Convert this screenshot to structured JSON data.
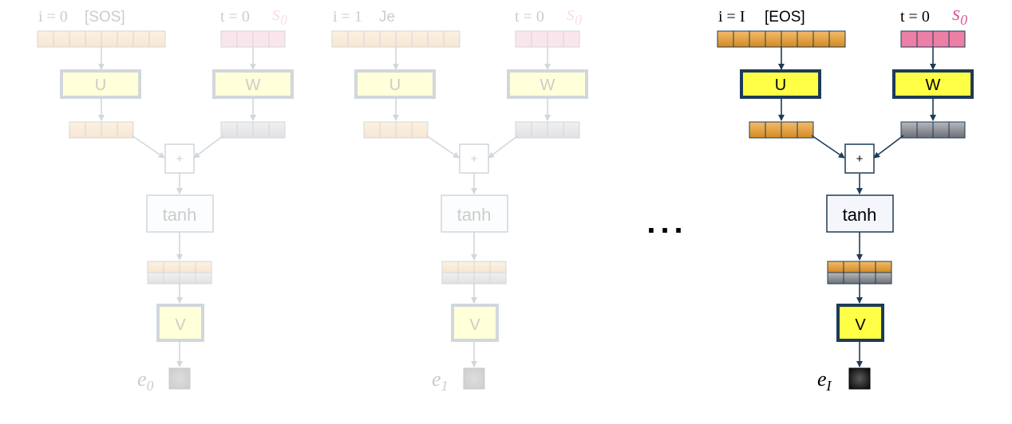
{
  "colors": {
    "encoder_cell": "#eba33c",
    "encoder_cell_light": "#f2c98e",
    "state_cell": "#ec7fa5",
    "state_cell_gray": "#8e9297",
    "weight_box": "#ffff46",
    "weight_border": "#1e3b57",
    "arrow": "#1e3b57",
    "tanh_fill": "#f4f6fb",
    "output_box": "#3a3a3a",
    "s0_label": "#e0569a"
  },
  "blocks": [
    {
      "i_label": "i = 0",
      "token": "[SOS]",
      "t_label": "t = 0",
      "s_label": "s",
      "s_sub": "0",
      "u_label": "U",
      "w_label": "W",
      "plus_label": "+",
      "tanh_label": "tanh",
      "v_label": "V",
      "e_label": "e",
      "e_sub": "0",
      "faded": true
    },
    {
      "i_label": "i = 1",
      "token": "Je",
      "t_label": "t = 0",
      "s_label": "s",
      "s_sub": "0",
      "u_label": "U",
      "w_label": "W",
      "plus_label": "+",
      "tanh_label": "tanh",
      "v_label": "V",
      "e_label": "e",
      "e_sub": "1",
      "faded": true
    },
    {
      "i_label": "i = I",
      "token": "[EOS]",
      "t_label": "t = 0",
      "s_label": "s",
      "s_sub": "0",
      "u_label": "U",
      "w_label": "W",
      "plus_label": "+",
      "tanh_label": "tanh",
      "v_label": "V",
      "e_label": "e",
      "e_sub": "I",
      "faded": false
    }
  ],
  "ellipsis": "..."
}
